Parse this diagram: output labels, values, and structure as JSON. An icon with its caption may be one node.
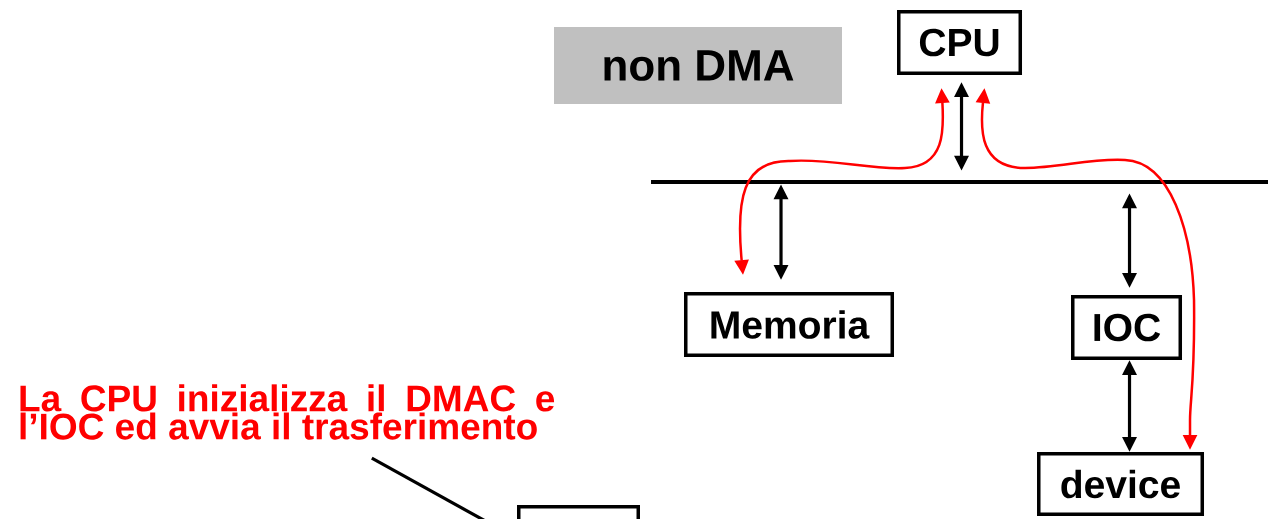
{
  "diagram": {
    "nodes": [
      {
        "text": [
          "non DMA"
        ]
      },
      {
        "text": [
          "CPU"
        ]
      },
      {
        "text": [],
        "shape": "bar"
      },
      {
        "text": [
          "Memoria"
        ]
      },
      {
        "text": [
          "IOC"
        ]
      },
      {
        "text": [
          "device"
        ]
      },
      {
        "text": [
          "La CPU inizializza il DMAC e l’IOC ed avvia il trasferimento"
        ]
      },
      {
        "text": [],
        "shape": "box"
      }
    ],
    "edges": [
      {
        "from": 1,
        "to": 2,
        "arrow": "both"
      },
      {
        "from": 2,
        "to": 3,
        "arrow": "both"
      },
      {
        "from": 2,
        "to": 4,
        "arrow": "both"
      },
      {
        "from": 4,
        "to": 5,
        "arrow": "both"
      },
      {
        "from": 3,
        "to": 1,
        "arrow": "both",
        "color": "#ff0000"
      },
      {
        "from": 1,
        "to": 5,
        "arrow": "both",
        "color": "#ff0000"
      },
      {
        "from": 6,
        "to": 7,
        "arrow": "none"
      }
    ]
  }
}
